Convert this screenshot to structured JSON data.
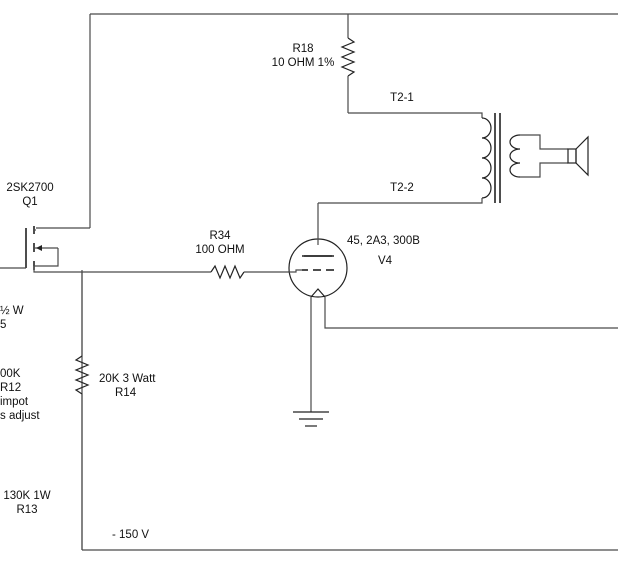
{
  "components": {
    "r18": {
      "ref": "R18",
      "value": "10 OHM 1%"
    },
    "t2_1": {
      "label": "T2-1"
    },
    "t2_2": {
      "label": "T2-2"
    },
    "q1": {
      "part": "2SK2700",
      "ref": "Q1"
    },
    "r34": {
      "ref": "R34",
      "value": "100 OHM"
    },
    "v4": {
      "types": "45, 2A3, 300B",
      "ref": "V4"
    },
    "r14": {
      "value": "20K 3 Watt",
      "ref": "R14"
    },
    "partial_resistor_top": {
      "line1": "½ W",
      "line2": "5"
    },
    "r12": {
      "value": "00K",
      "ref": "R12",
      "desc1": "impot",
      "desc2": "s adjust"
    },
    "r13": {
      "value": "130K 1W",
      "ref": "R13"
    }
  },
  "supply": {
    "label": "- 150 V"
  }
}
